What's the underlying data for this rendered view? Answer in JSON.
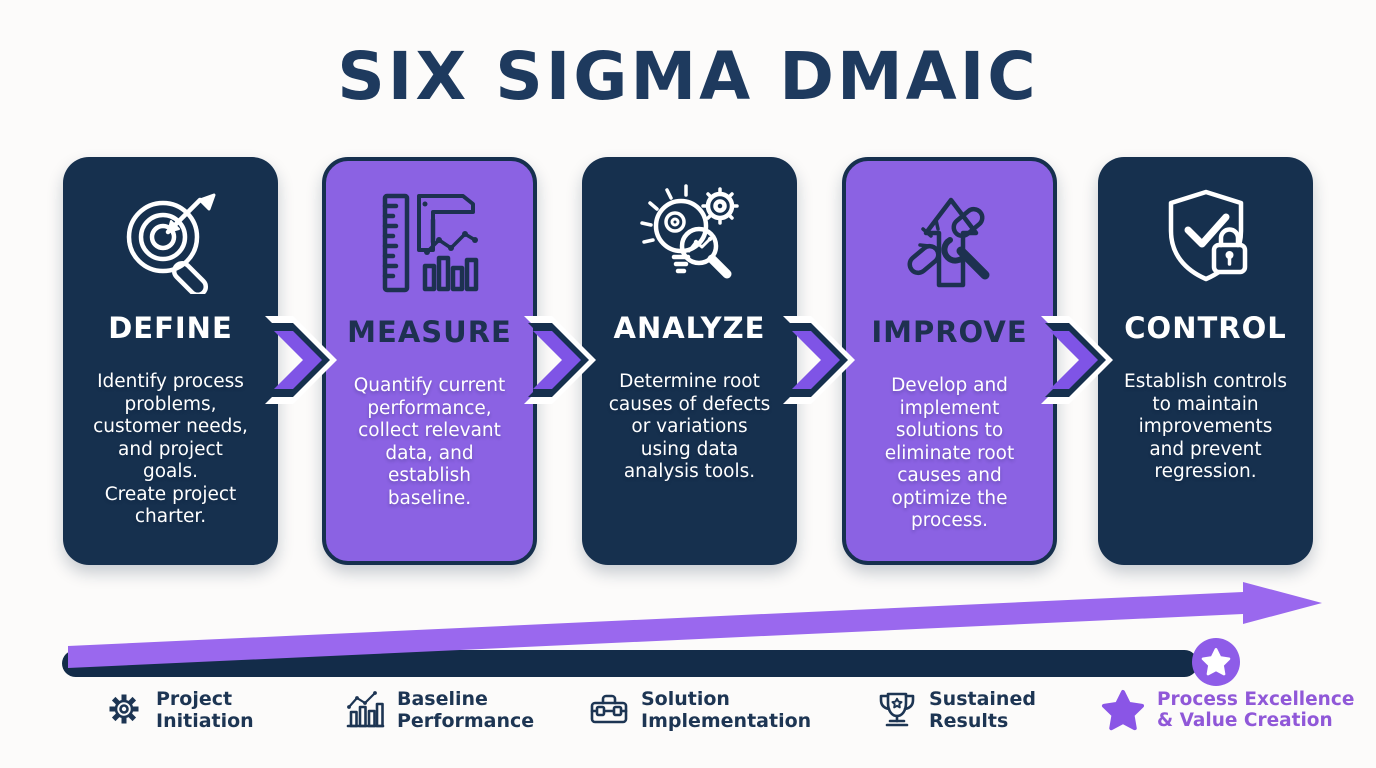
{
  "title": "SIX SIGMA DMAIC",
  "colors": {
    "background": "#fcfbfa",
    "navy": "#16304e",
    "titleNavy": "#1e3a5e",
    "purple": "#8b62e3",
    "chevronPurple": "#7f54e6",
    "arrowPurple": "#9a68ee",
    "badgePurple": "#8e5ce8",
    "starPurple": "#8a55e6",
    "textPurple": "#9058d8",
    "labelNavy": "#1d3553",
    "barNavy": "#132c49"
  },
  "stages": [
    {
      "name": "DEFINE",
      "description": "Identify process\nproblems,\ncustomer needs,\nand project\ngoals.\nCreate project\ncharter.",
      "icon": "target-magnifier-icon",
      "theme": "navy"
    },
    {
      "name": "MEASURE",
      "description": "Quantify current\nperformance,\ncollect relevant\ndata, and\nestablish\nbaseline.",
      "icon": "ruler-caliper-chart-icon",
      "theme": "purple"
    },
    {
      "name": "ANALYZE",
      "description": "Determine root\ncauses of defects\nor variations\nusing data\nanalysis tools.",
      "icon": "bulb-gear-magnifier-icon",
      "theme": "navy"
    },
    {
      "name": "IMPROVE",
      "description": "Develop and\nimplement\nsolutions to\neliminate root\ncauses and\noptimize the\nprocess.",
      "icon": "arrow-broken-chain-wrench-icon",
      "theme": "purple"
    },
    {
      "name": "CONTROL",
      "description": "Establish controls\nto maintain\nimprovements\nand prevent\nregression.",
      "icon": "shield-check-lock-icon",
      "theme": "navy"
    }
  ],
  "milestones": [
    {
      "label": "Project\nInitiation",
      "icon": "gear-icon",
      "highlight": false
    },
    {
      "label": "Baseline\nPerformance",
      "icon": "bar-chart-icon",
      "highlight": false
    },
    {
      "label": "Solution\nImplementation",
      "icon": "toolbox-icon",
      "highlight": false
    },
    {
      "label": "Sustained\nResults",
      "icon": "trophy-icon",
      "highlight": false
    },
    {
      "label": "Process Excellence\n& Value Creation",
      "icon": "star-icon",
      "highlight": true
    }
  ]
}
